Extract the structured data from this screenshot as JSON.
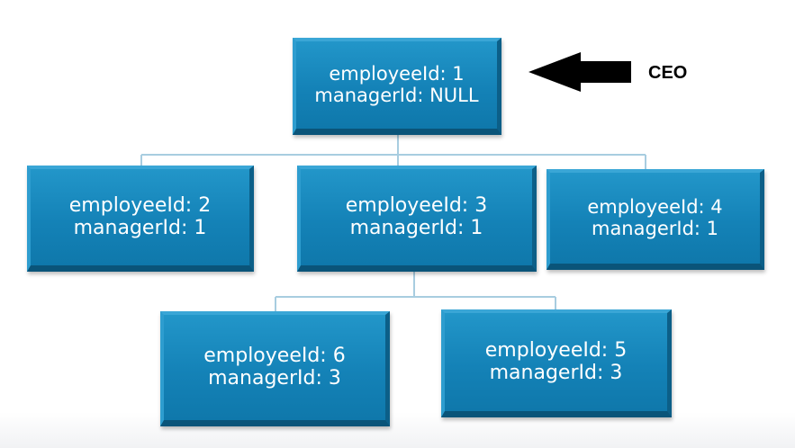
{
  "ceo_label": "CEO",
  "colors": {
    "node_fill": "#1587bc",
    "connector": "#a8cde0",
    "arrow": "#000000"
  },
  "nodes": [
    {
      "id": "ceo",
      "employee": "employeeId: 1",
      "manager": "managerId: NULL"
    },
    {
      "id": "e2",
      "employee": "employeeId: 2",
      "manager": "managerId: 1"
    },
    {
      "id": "e3",
      "employee": "employeeId: 3",
      "manager": "managerId: 1"
    },
    {
      "id": "e4",
      "employee": "employeeId: 4",
      "manager": "managerId: 1"
    },
    {
      "id": "e6",
      "employee": "employeeId: 6",
      "manager": "managerId: 3"
    },
    {
      "id": "e5",
      "employee": "employeeId: 5",
      "manager": "managerId: 3"
    }
  ]
}
